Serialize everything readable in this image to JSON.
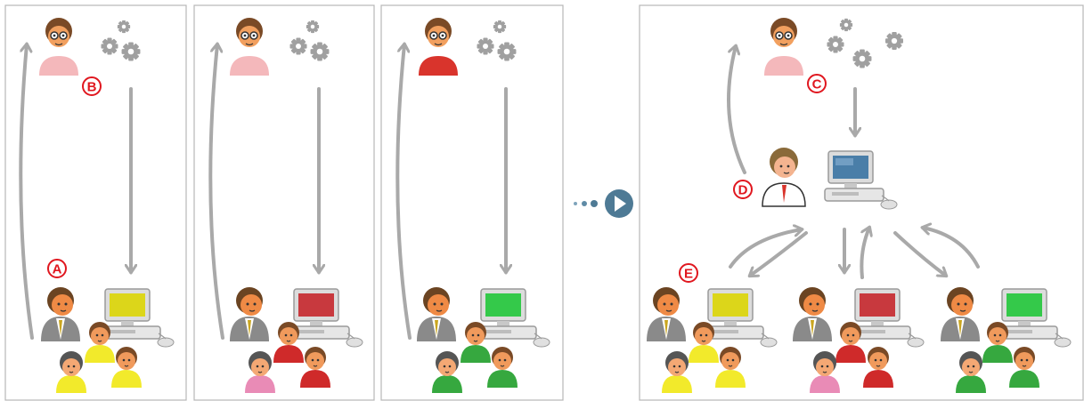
{
  "markers": {
    "a": "A",
    "b": "B",
    "c": "C",
    "d": "D",
    "e": "E"
  },
  "colors": {
    "panel_border": "#b7b7b7",
    "arrow": "#a9a9a9",
    "gear": "#a0a0a0",
    "marker_red": "#e0171f",
    "transition_blue": "#4e7a95",
    "screen_yellow": "#dcd61a",
    "screen_red": "#c8393e",
    "screen_green": "#34c94a",
    "shirt_yellow": "#f2ea2b",
    "shirt_red": "#cf2a2a",
    "shirt_green": "#36a83f",
    "shirt_pink": "#e98bb6",
    "lead_pink": "#f4b8bb",
    "lead_red": "#d9342c"
  },
  "icons": {
    "stakeholder": "stakeholder-icon",
    "process": "gears-icon",
    "team": "team-group-icon",
    "computer": "computer-icon",
    "coordinator": "coordinator-icon",
    "transition": "play-arrow-icon"
  }
}
